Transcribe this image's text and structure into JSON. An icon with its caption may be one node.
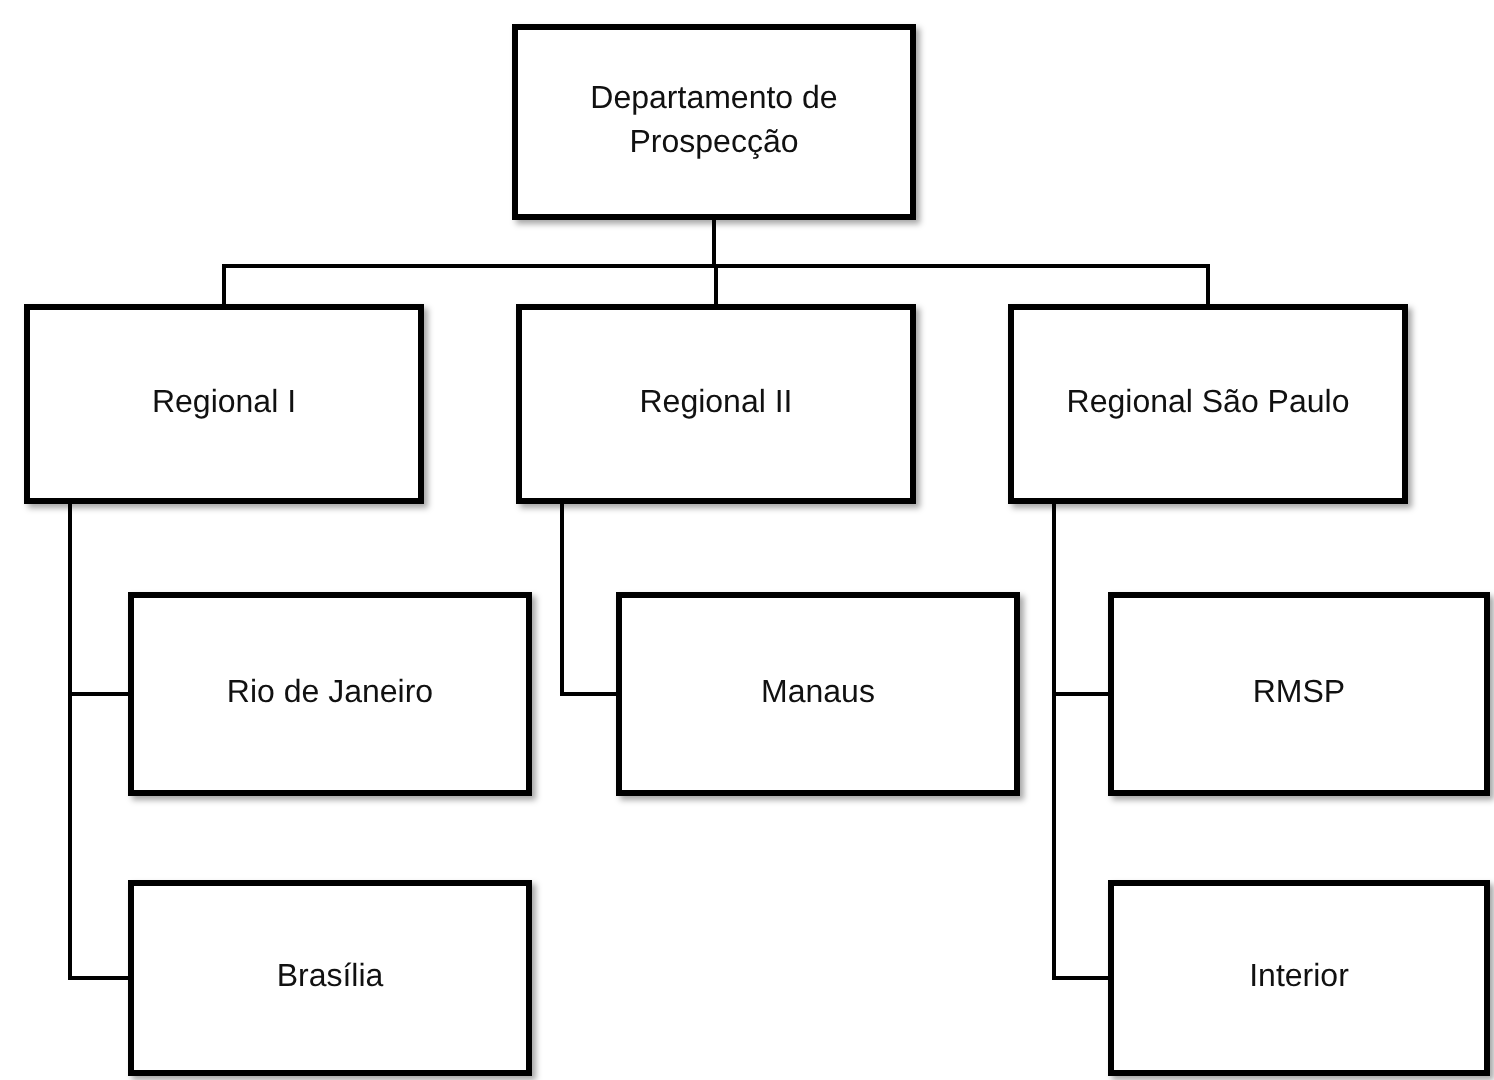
{
  "diagram": {
    "nodes": [
      {
        "text": [
          "Departamento de Prospecção"
        ]
      },
      {
        "text": [
          "Regional I"
        ]
      },
      {
        "text": [
          "Regional II"
        ]
      },
      {
        "text": [
          "Regional São Paulo"
        ]
      },
      {
        "text": [
          "Rio de Janeiro"
        ]
      },
      {
        "text": [
          "Brasília"
        ]
      },
      {
        "text": [
          "Manaus"
        ]
      },
      {
        "text": [
          "RMSP"
        ]
      },
      {
        "text": [
          "Interior"
        ]
      }
    ],
    "edges": [
      {
        "from": 0,
        "to": 1,
        "arrow": "none"
      },
      {
        "from": 0,
        "to": 2,
        "arrow": "none"
      },
      {
        "from": 0,
        "to": 3,
        "arrow": "none"
      },
      {
        "from": 1,
        "to": 4,
        "arrow": "none"
      },
      {
        "from": 1,
        "to": 5,
        "arrow": "none"
      },
      {
        "from": 2,
        "to": 6,
        "arrow": "none"
      },
      {
        "from": 3,
        "to": 7,
        "arrow": "none"
      },
      {
        "from": 3,
        "to": 8,
        "arrow": "none"
      }
    ]
  }
}
